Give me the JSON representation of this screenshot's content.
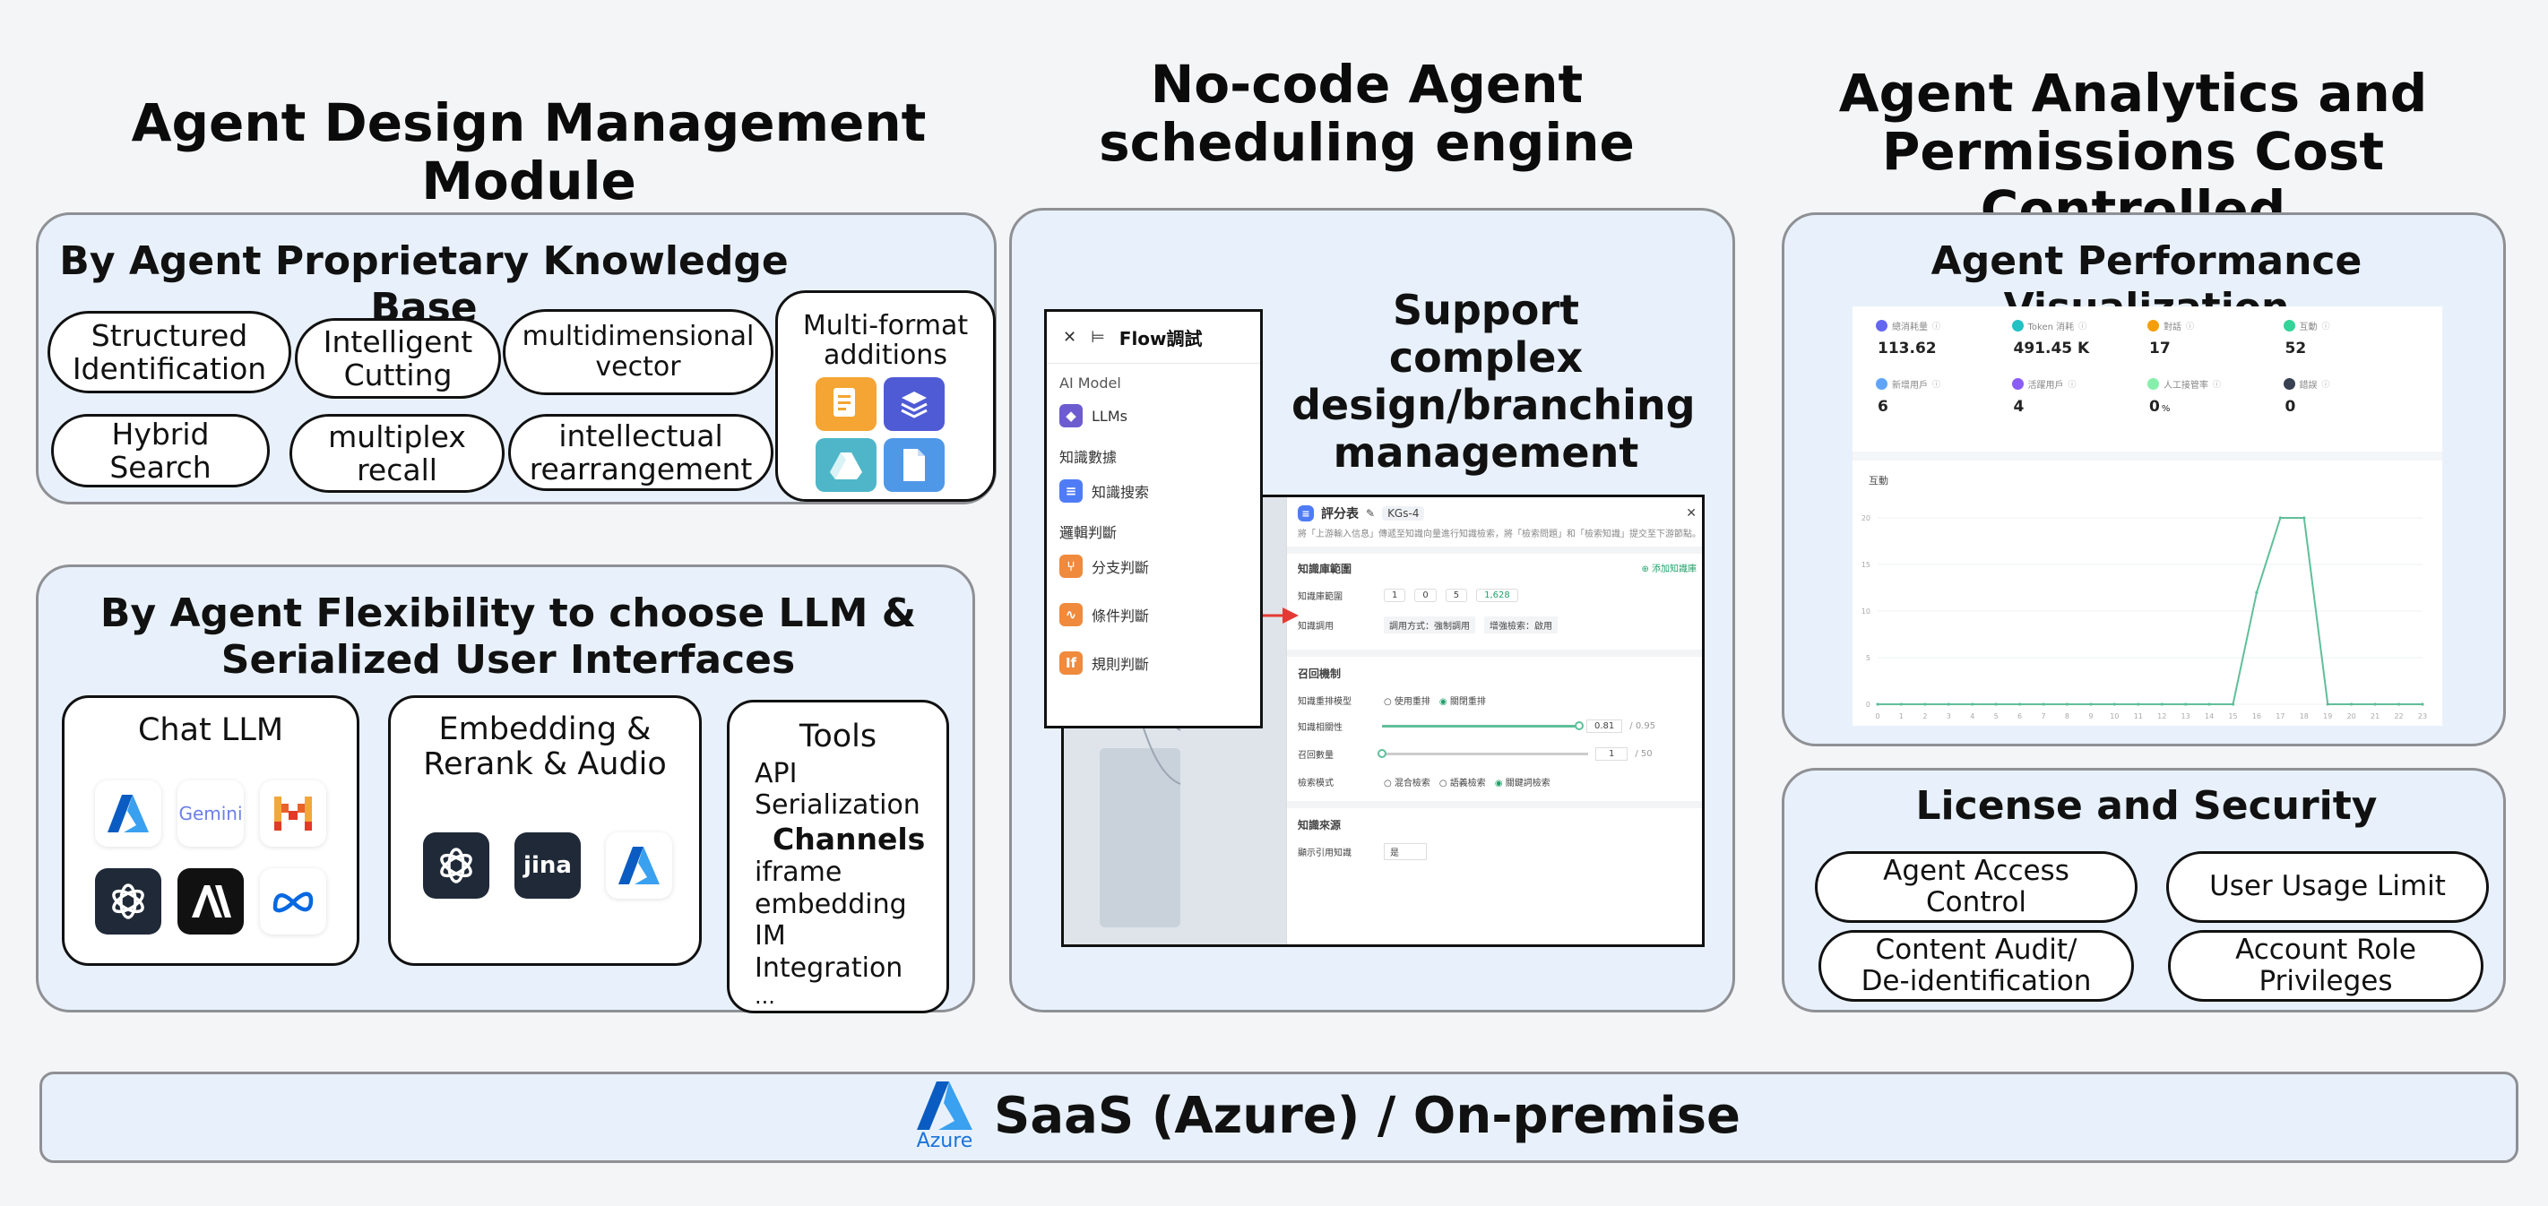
{
  "headings": {
    "design": "Agent Design Management Module",
    "nocode_line1": "No-code Agent",
    "nocode_line2": "scheduling engine",
    "analytics_line1": "Agent Analytics and",
    "analytics_line2": "Permissions Cost Controlled"
  },
  "knowledge": {
    "title": "By Agent Proprietary Knowledge Base",
    "pills": [
      {
        "l1": "Structured",
        "l2": "Identification"
      },
      {
        "l1": "Intelligent",
        "l2": "Cutting"
      },
      {
        "l1": "multidimensional",
        "l2": "vector"
      },
      {
        "l1": "Hybrid",
        "l2": "Search"
      },
      {
        "l1": "multiplex",
        "l2": "recall"
      },
      {
        "l1": "intellectual",
        "l2": "rearrangement"
      }
    ],
    "multiformat_l1": "Multi-format",
    "multiformat_l2": "additions"
  },
  "flex": {
    "title_l1": "By Agent Flexibility to choose LLM &",
    "title_l2": "Serialized User Interfaces",
    "chat_title": "Chat LLM",
    "embed_title_l1": "Embedding &",
    "embed_title_l2": "Rerank & Audio",
    "tools_title": "Tools",
    "tools_lines": [
      "API",
      "Serialization"
    ],
    "channels_title": "Channels",
    "channels_lines": [
      "iframe",
      "embedding",
      "IM",
      "Integration",
      "..."
    ],
    "gemini_text": "Gemini",
    "jina_text": "jina"
  },
  "nocode": {
    "support_l1": "Support complex",
    "support_l2": "design/branching",
    "support_l3": "management",
    "flow": {
      "close": "✕",
      "title": "Flow調試",
      "sec_ai": "AI Model",
      "item_llm": "LLMs",
      "sec_kb": "知識數據",
      "item_kb": "知識搜索",
      "sec_logic": "邏輯判斷",
      "item_branch": "分支判斷",
      "item_cond": "條件判斷",
      "item_rule": "規則判斷"
    },
    "detail": {
      "title": "評分表",
      "tag": "KGs-4",
      "desc": "將「上游輸入信息」傳遞至知識向量進行知識檢索，將「檢索問題」和「檢索知識」提交至下游節點。",
      "sec_scope": "知識庫範圍",
      "add": "⊕ 添加知識庫",
      "row_scope": "知識庫範圍",
      "chip1": "1",
      "chip2": "0",
      "chip3": "5",
      "chip4": "1,628",
      "row_call": "知識調用",
      "call_mode": "調用方式：強制調用",
      "call_search": "增強檢索：啟用",
      "sec_recall": "召回機制",
      "row_model": "知識重排模型",
      "opt_use": "使用重排",
      "opt_off": "關閉重排",
      "row_rel": "知識相關性",
      "rel_val": "0.81",
      "rel_max": "/ 0.95",
      "row_cnt": "召回數量",
      "cnt_val": "1",
      "cnt_max": "/ 50",
      "row_mode": "檢索模式",
      "mode1": "混合檢索",
      "mode2": "語義檢索",
      "mode3": "關鍵詞檢索",
      "sec_src": "知識來源",
      "row_src": "顯示引用知識",
      "src_val": "是"
    }
  },
  "analytics": {
    "title": "Agent Performance Visualization",
    "stats": [
      {
        "label": "總消耗量",
        "value": "113.62",
        "color": "#6366f1"
      },
      {
        "label": "Token 消耗",
        "value": "491.45 K",
        "color": "#22c1c3"
      },
      {
        "label": "對話",
        "value": "17",
        "color": "#f59e0b"
      },
      {
        "label": "互動",
        "value": "52",
        "color": "#34d399"
      },
      {
        "label": "新增用戶",
        "value": "6",
        "color": "#60a5fa"
      },
      {
        "label": "活躍用戶",
        "value": "4",
        "color": "#8b5cf6"
      },
      {
        "label": "人工接管率",
        "value": "0",
        "unit": "%",
        "color": "#86efac"
      },
      {
        "label": "錯誤",
        "value": "0",
        "color": "#374151"
      }
    ],
    "chart_label": "互動",
    "chart_data": {
      "type": "line",
      "x": [
        0,
        1,
        2,
        3,
        4,
        5,
        6,
        7,
        8,
        9,
        10,
        11,
        12,
        13,
        14,
        15,
        16,
        17,
        18,
        19,
        20,
        21,
        22,
        23
      ],
      "values": [
        0,
        0,
        0,
        0,
        0,
        0,
        0,
        0,
        0,
        0,
        0,
        0,
        0,
        0,
        0,
        0,
        12,
        20,
        20,
        0,
        0,
        0,
        0,
        0
      ],
      "ylim": [
        0,
        20
      ],
      "yticks": [
        0,
        5,
        10,
        15,
        20
      ],
      "color": "#5fbf9a"
    }
  },
  "license": {
    "title": "License and Security",
    "pills": [
      {
        "l1": "Agent Access",
        "l2": "Control"
      },
      {
        "l1": "User Usage Limit",
        "l2": ""
      },
      {
        "l1": "Content Audit/",
        "l2": "De-identification"
      },
      {
        "l1": "Account Role",
        "l2": "Privileges"
      }
    ]
  },
  "footer": {
    "text": "SaaS (Azure) / On-premise",
    "azure_label": "Azure"
  }
}
